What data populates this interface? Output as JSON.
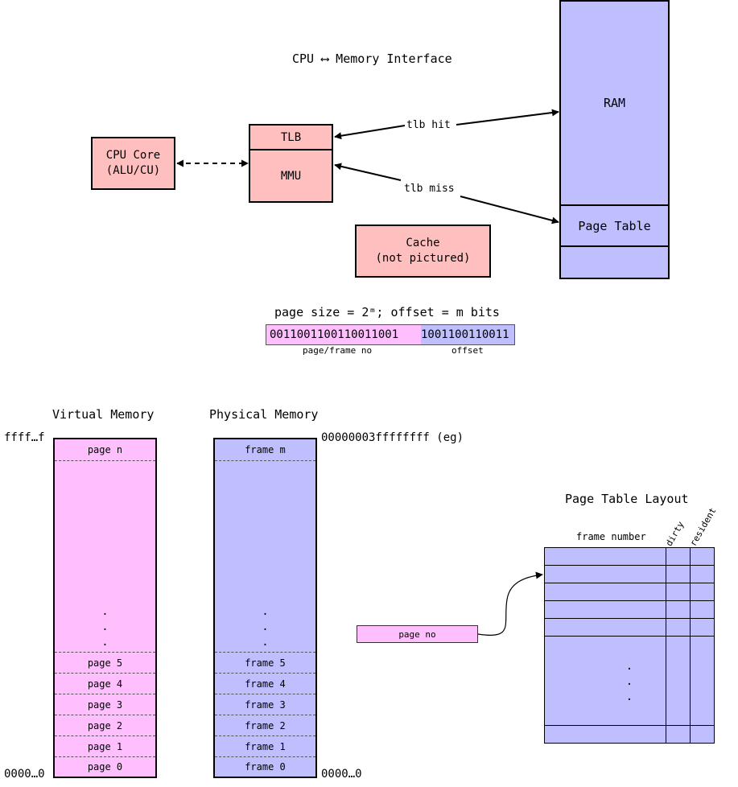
{
  "top": {
    "title": "CPU ⟷ Memory Interface",
    "cpu_line1": "CPU Core",
    "cpu_line2": "(ALU/CU)",
    "tlb": "TLB",
    "mmu": "MMU",
    "tlb_hit": "tlb hit",
    "tlb_miss": "tlb miss",
    "ram": "RAM",
    "page_table": "Page Table",
    "cache_line1": "Cache",
    "cache_line2": "(not pictured)"
  },
  "address": {
    "title": "page size = 2ᵐ; offset = m bits",
    "page_bits": "0011001100110011001",
    "offset_bits": "1001100110011",
    "page_label": "page/frame no",
    "offset_label": "offset"
  },
  "virtual": {
    "title": "Virtual Memory",
    "top_addr": "ffff…f",
    "bottom_addr": "0000…0",
    "top_page": "page n",
    "pages": [
      "page 5",
      "page 4",
      "page 3",
      "page 2",
      "page 1",
      "page 0"
    ]
  },
  "physical": {
    "title": "Physical Memory",
    "top_addr": "00000003ffffffff (eg)",
    "bottom_addr": "0000…0",
    "top_frame": "frame m",
    "frames": [
      "frame 5",
      "frame 4",
      "frame 3",
      "frame 2",
      "frame 1",
      "frame 0"
    ]
  },
  "lookup": {
    "page_no": "page no"
  },
  "page_table_layout": {
    "title": "Page Table Layout",
    "col_frame": "frame number",
    "col_dirty": "dirty",
    "col_resident": "resident"
  }
}
